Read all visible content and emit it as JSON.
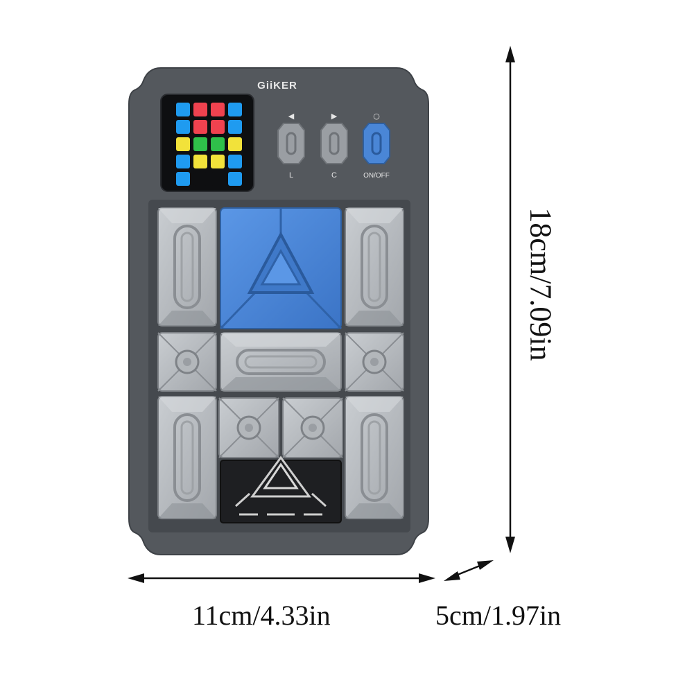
{
  "product": {
    "brand": "GiiKER",
    "buttons": [
      {
        "symbol": "◀",
        "label": "L"
      },
      {
        "symbol": "▶",
        "label": "C"
      },
      {
        "symbol": "○",
        "label": "ON/OFF"
      }
    ],
    "screen_grid": [
      [
        "blue",
        "red",
        "red",
        "blue"
      ],
      [
        "blue",
        "red",
        "red",
        "blue"
      ],
      [
        "yellow",
        "green",
        "green",
        "yellow"
      ],
      [
        "blue",
        "yellow",
        "yellow",
        "blue"
      ],
      [
        "blue",
        "off",
        "off",
        "blue"
      ]
    ]
  },
  "dimensions": {
    "height": "18cm/7.09in",
    "width": "11cm/4.33in",
    "depth": "5cm/1.97in"
  },
  "colors": {
    "body": "#54585d",
    "tile": "#b9bdc1",
    "accent_blue": "#4a86d6",
    "screen_blue": "#1f9bf0",
    "screen_red": "#f0424f",
    "screen_green": "#2fc04a",
    "screen_yellow": "#f2e23a"
  }
}
